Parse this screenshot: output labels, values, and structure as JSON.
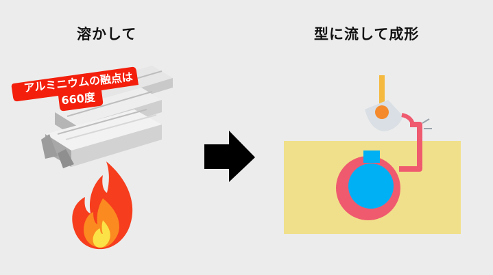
{
  "left_panel": {
    "title": "溶かして",
    "badge": {
      "line1": "アルミニウムの融点は",
      "line2": "660度"
    }
  },
  "right_panel": {
    "title": "型に流して成形"
  },
  "colors": {
    "background": "#ececec",
    "badge_red": "#f31f0c",
    "ingot_light": "#e6e6e6",
    "ingot_mid": "#c9c9c9",
    "ingot_dark": "#9c9c9c",
    "flame_red": "#f63d1d",
    "flame_orange": "#fb8a20",
    "flame_yellow": "#fae247",
    "arrow_black": "#000000",
    "mold_yellow": "#f1e08b",
    "mold_ring_pink": "#ef5a6f",
    "metal_blue": "#00b0f5",
    "ladle_yellow": "#f5b93f",
    "ladle_orange": "#f48a2b",
    "ladle_grey": "#d9dfe4"
  },
  "icons": [
    "aluminum-ingot-stack-icon",
    "fire-icon",
    "arrow-right-icon",
    "casting-ladle-icon",
    "mold-icon"
  ]
}
